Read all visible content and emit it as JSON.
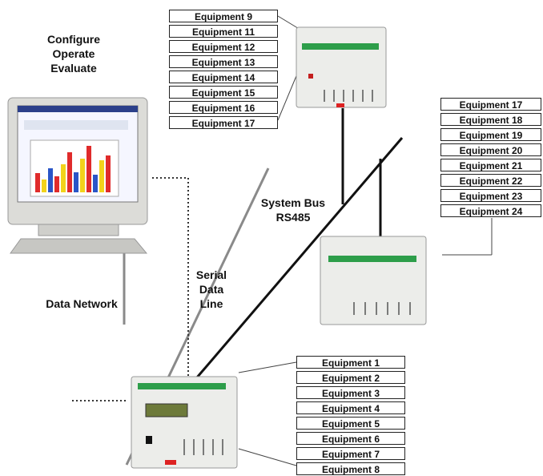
{
  "captions": {
    "workstation_lines": [
      "Configure",
      "Operate",
      "Evaluate"
    ],
    "data_network": "Data Network",
    "serial_data_line": [
      "Serial",
      "Data",
      "Line"
    ],
    "system_bus": [
      "System Bus",
      "RS485"
    ]
  },
  "equipment_top": [
    "Equipment  9",
    "Equipment 11",
    "Equipment 12",
    "Equipment 13",
    "Equipment 14",
    "Equipment 15",
    "Equipment 16",
    "Equipment 17"
  ],
  "equipment_right": [
    "Equipment 17",
    "Equipment 18",
    "Equipment 19",
    "Equipment 20",
    "Equipment 21",
    "Equipment 22",
    "Equipment 23",
    "Equipment 24"
  ],
  "equipment_bottom": [
    "Equipment 1",
    "Equipment 2",
    "Equipment 3",
    "Equipment 4",
    "Equipment 5",
    "Equipment 6",
    "Equipment 7",
    "Equipment 8"
  ]
}
